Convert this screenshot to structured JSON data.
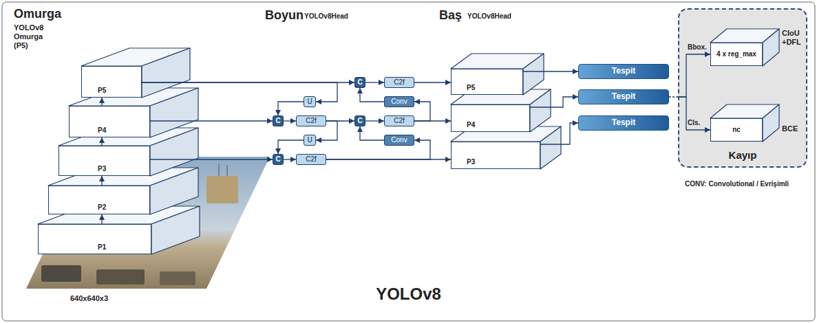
{
  "diagram": {
    "caption": "YOLOv8",
    "nodes": [
      {
        "text": [
          "P5"
        ]
      },
      {
        "text": [
          "P4"
        ]
      },
      {
        "text": [
          "P3"
        ]
      },
      {
        "text": [
          "P2"
        ]
      },
      {
        "text": [
          "P1"
        ]
      },
      {
        "text": [
          "C"
        ]
      },
      {
        "text": [
          "C"
        ]
      },
      {
        "text": [
          "U"
        ]
      },
      {
        "text": [
          "C2f"
        ]
      },
      {
        "text": [
          "U"
        ]
      },
      {
        "text": [
          "C2f"
        ]
      },
      {
        "text": [
          "C"
        ]
      },
      {
        "text": [
          "C"
        ]
      },
      {
        "text": [
          "C2f"
        ]
      },
      {
        "text": [
          "Conv"
        ]
      },
      {
        "text": [
          "C2f"
        ]
      },
      {
        "text": [
          "Conv"
        ]
      },
      {
        "text": [
          "P5"
        ]
      },
      {
        "text": [
          "P4"
        ]
      },
      {
        "text": [
          "P3"
        ]
      },
      {
        "text": [
          "Tespit"
        ]
      },
      {
        "text": [
          "Tespit"
        ]
      },
      {
        "text": [
          "Tespit"
        ]
      },
      {
        "text": [
          "Kayıp"
        ]
      },
      {
        "text": [
          "4 x reg_max"
        ],
        "in": 23
      },
      {
        "text": [
          "nc"
        ],
        "in": 23
      }
    ],
    "edges": [
      {
        "from": 4,
        "to": 3,
        "arrow": "to"
      },
      {
        "from": 3,
        "to": 2,
        "arrow": "to"
      },
      {
        "from": 2,
        "to": 1,
        "arrow": "to"
      },
      {
        "from": 1,
        "to": 0,
        "arrow": "to"
      },
      {
        "from": 0,
        "to": 11,
        "arrow": "to"
      },
      {
        "from": 0,
        "to": 7,
        "arrow": "to"
      },
      {
        "from": 7,
        "to": 5,
        "arrow": "to"
      },
      {
        "from": 1,
        "to": 5,
        "arrow": "to"
      },
      {
        "from": 5,
        "to": 8,
        "arrow": "to"
      },
      {
        "from": 8,
        "to": 9,
        "arrow": "to"
      },
      {
        "from": 8,
        "to": 12,
        "arrow": "to"
      },
      {
        "from": 9,
        "to": 6,
        "arrow": "to"
      },
      {
        "from": 2,
        "to": 6,
        "arrow": "to"
      },
      {
        "from": 6,
        "to": 10,
        "arrow": "to"
      },
      {
        "from": 10,
        "to": 19,
        "arrow": "to"
      },
      {
        "from": 10,
        "to": 16,
        "arrow": "to"
      },
      {
        "from": 16,
        "to": 12,
        "arrow": "to"
      },
      {
        "from": 12,
        "to": 15,
        "arrow": "to"
      },
      {
        "from": 15,
        "to": 18,
        "arrow": "to"
      },
      {
        "from": 15,
        "to": 14,
        "arrow": "to"
      },
      {
        "from": 14,
        "to": 11,
        "arrow": "to"
      },
      {
        "from": 11,
        "to": 13,
        "arrow": "to"
      },
      {
        "from": 13,
        "to": 17,
        "arrow": "to"
      },
      {
        "from": 17,
        "to": 20,
        "arrow": "to"
      },
      {
        "from": 18,
        "to": 21,
        "arrow": "to"
      },
      {
        "from": 19,
        "to": 22,
        "arrow": "to"
      },
      {
        "from": 21,
        "to": 23,
        "arrow": "none"
      },
      {
        "from": 23,
        "to": 24,
        "arrow": "to",
        "label": "Bbox."
      },
      {
        "from": 23,
        "to": 25,
        "arrow": "to",
        "label": "Cls."
      }
    ],
    "labels": [
      "Omurga",
      "YOLOv8 Omurga (P5)",
      "Boyun",
      "YOLOv8Head",
      "Baş",
      "YOLOv8Head",
      "640x640x3",
      "CIoU +DFL",
      "BCE",
      "CONV: Convolutional / Evrişimli"
    ]
  }
}
